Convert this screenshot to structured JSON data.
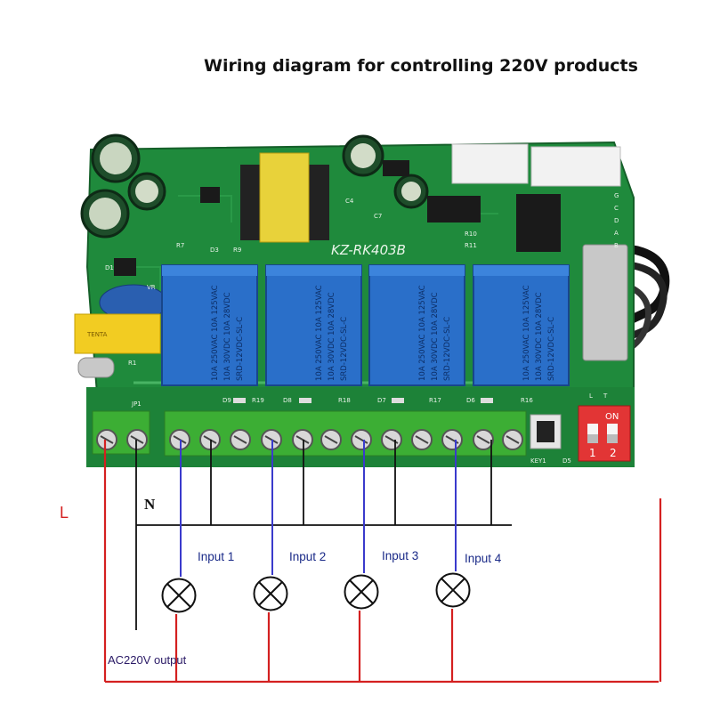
{
  "title": "Wiring diagram for controlling 220V products",
  "board": {
    "model": "KZ-RK403B",
    "relay_lines": [
      "10A 250VAC  10A 125VAC",
      "10A 30VDC   10A 28VDC",
      "SRD-12VDC-SL-C"
    ],
    "capacitor_brand": "TENTA",
    "dip_switch": {
      "label_on": "ON",
      "pos1": "1",
      "pos2": "2"
    },
    "silk": {
      "jp1": "JP1",
      "key": "KEY1",
      "d5": "D5",
      "d9": "D9",
      "d8": "D8",
      "d7": "D7",
      "d6": "D6",
      "r19": "R19",
      "r18": "R18",
      "r17": "R17",
      "r16": "R16",
      "c4": "C4",
      "c7": "C7",
      "d1": "D1",
      "r1": "R1",
      "d3": "D3",
      "r9": "R9",
      "r7": "R7",
      "vr": "VR",
      "r10": "R10",
      "r11": "R11",
      "gl": "L",
      "gt": "T",
      "g": "G",
      "c": "C",
      "d": "D",
      "a": "A",
      "b": "B"
    }
  },
  "wiring": {
    "label_L": "L",
    "label_N": "N",
    "inputs": [
      "Input 1",
      "Input 2",
      "Input 3",
      "Input 4"
    ],
    "output_label": "AC220V output"
  },
  "colors": {
    "pcb": "#1f8a3c",
    "pcb_dark": "#166b2d",
    "terminal": "#3cae34",
    "relay": "#2a6fc9",
    "dip": "#e23535",
    "wire_live": "#d42020",
    "wire_neutral": "#111111",
    "wire_blue": "#3a3acc"
  }
}
